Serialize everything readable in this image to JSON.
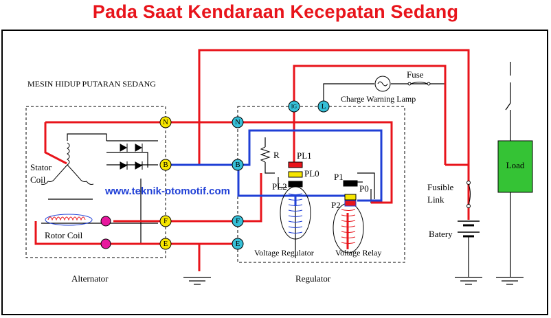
{
  "title": "Pada Saat Kendaraan Kecepatan Sedang",
  "labels": {
    "mesin": "MESIN HIDUP PUTARAN SEDANG",
    "stator_1": "Stator",
    "stator_2": "Coil",
    "rotor": "Rotor Coil",
    "alternator": "Alternator",
    "regulator": "Regulator",
    "voltage_regulator": "Voltage Regulator",
    "voltage_relay": "Voltage Relay",
    "charge_lamp": "Charge Warning Lamp",
    "fuse": "Fuse",
    "fusible_1": "Fusible",
    "fusible_2": "Link",
    "batery": "Batery",
    "load": "Load",
    "resistor": "R",
    "pl1": "PL1",
    "pl0": "PL0",
    "pl2": "PL2",
    "p1": "P1",
    "p0": "P0",
    "p2": "P2",
    "watermark": "www.teknik-otomotif.com"
  },
  "terminals": {
    "alt_n": "N",
    "alt_b": "B",
    "alt_f": "F",
    "alt_e": "E",
    "reg_ig": "IG",
    "reg_l": "L",
    "reg_n": "N",
    "reg_b": "B",
    "reg_f": "F",
    "reg_e": "E"
  },
  "colors": {
    "title": "#e8141b",
    "wire_red": "#e8141b",
    "wire_blue": "#1f3fd6",
    "terminal_fill": "#f7e600",
    "terminal_l_fill": "#36c0d8",
    "load_fill": "#35c335",
    "rotor_terminal": "#e8189e"
  }
}
